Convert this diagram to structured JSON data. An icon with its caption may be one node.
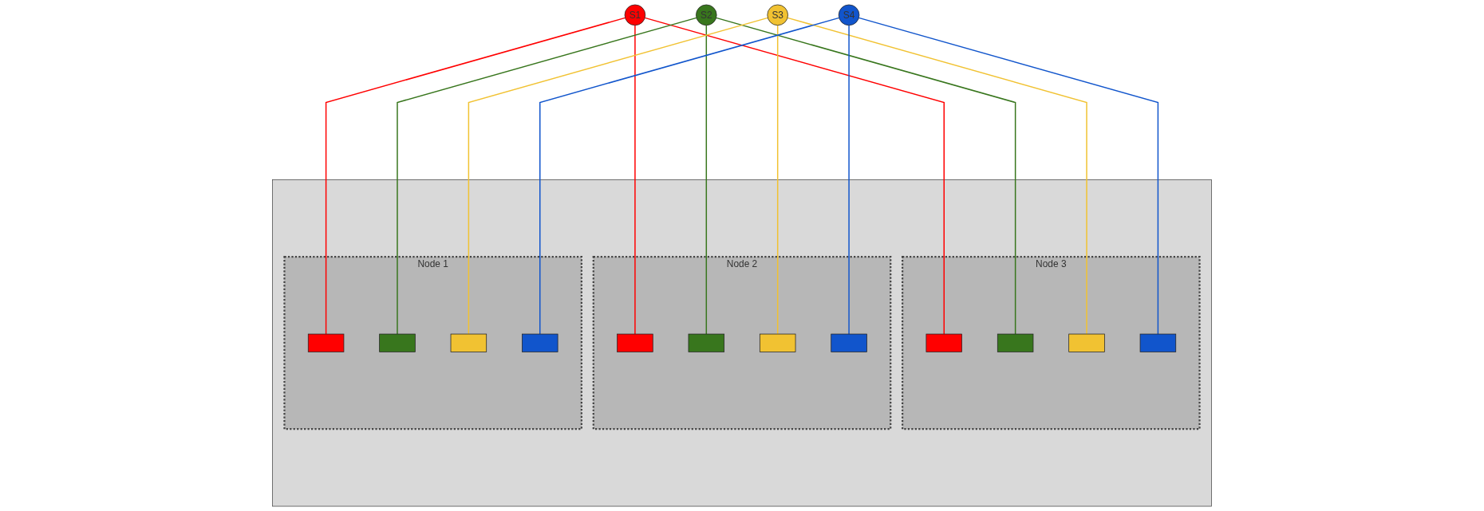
{
  "diagram": {
    "nodes": [
      {
        "text": [
          "S1"
        ]
      },
      {
        "text": [
          "S2"
        ]
      },
      {
        "text": [
          "S3"
        ]
      },
      {
        "text": [
          "S4"
        ]
      },
      {
        "text": [],
        "shape": "box"
      },
      {
        "text": [
          "Node 1"
        ],
        "in": 4
      },
      {
        "text": [],
        "shape": "box",
        "in": 5
      },
      {
        "text": [],
        "shape": "box",
        "in": 5
      },
      {
        "text": [],
        "shape": "box",
        "in": 5
      },
      {
        "text": [],
        "shape": "box",
        "in": 5
      },
      {
        "text": [
          "Node 2"
        ],
        "in": 4
      },
      {
        "text": [],
        "shape": "box",
        "in": 10
      },
      {
        "text": [],
        "shape": "box",
        "in": 10
      },
      {
        "text": [],
        "shape": "box",
        "in": 10
      },
      {
        "text": [],
        "shape": "box",
        "in": 10
      },
      {
        "text": [
          "Node 3"
        ],
        "in": 4
      },
      {
        "text": [],
        "shape": "box",
        "in": 15
      },
      {
        "text": [],
        "shape": "box",
        "in": 15
      },
      {
        "text": [],
        "shape": "box",
        "in": 15
      },
      {
        "text": [],
        "shape": "box",
        "in": 15
      }
    ],
    "edges": [
      {
        "from": 0,
        "to": 6,
        "arrow": "none",
        "color": "#ff0000"
      },
      {
        "from": 0,
        "to": 11,
        "arrow": "none",
        "color": "#ff0000"
      },
      {
        "from": 0,
        "to": 16,
        "arrow": "none",
        "color": "#ff0000"
      },
      {
        "from": 1,
        "to": 7,
        "arrow": "none",
        "color": "#38761d"
      },
      {
        "from": 1,
        "to": 12,
        "arrow": "none",
        "color": "#38761d"
      },
      {
        "from": 1,
        "to": 17,
        "arrow": "none",
        "color": "#38761d"
      },
      {
        "from": 2,
        "to": 8,
        "arrow": "none",
        "color": "#f1c232"
      },
      {
        "from": 2,
        "to": 13,
        "arrow": "none",
        "color": "#f1c232"
      },
      {
        "from": 2,
        "to": 18,
        "arrow": "none",
        "color": "#f1c232"
      },
      {
        "from": 3,
        "to": 9,
        "arrow": "none",
        "color": "#1155cc"
      },
      {
        "from": 3,
        "to": 14,
        "arrow": "none",
        "color": "#1155cc"
      },
      {
        "from": 3,
        "to": 19,
        "arrow": "none",
        "color": "#1155cc"
      }
    ]
  }
}
